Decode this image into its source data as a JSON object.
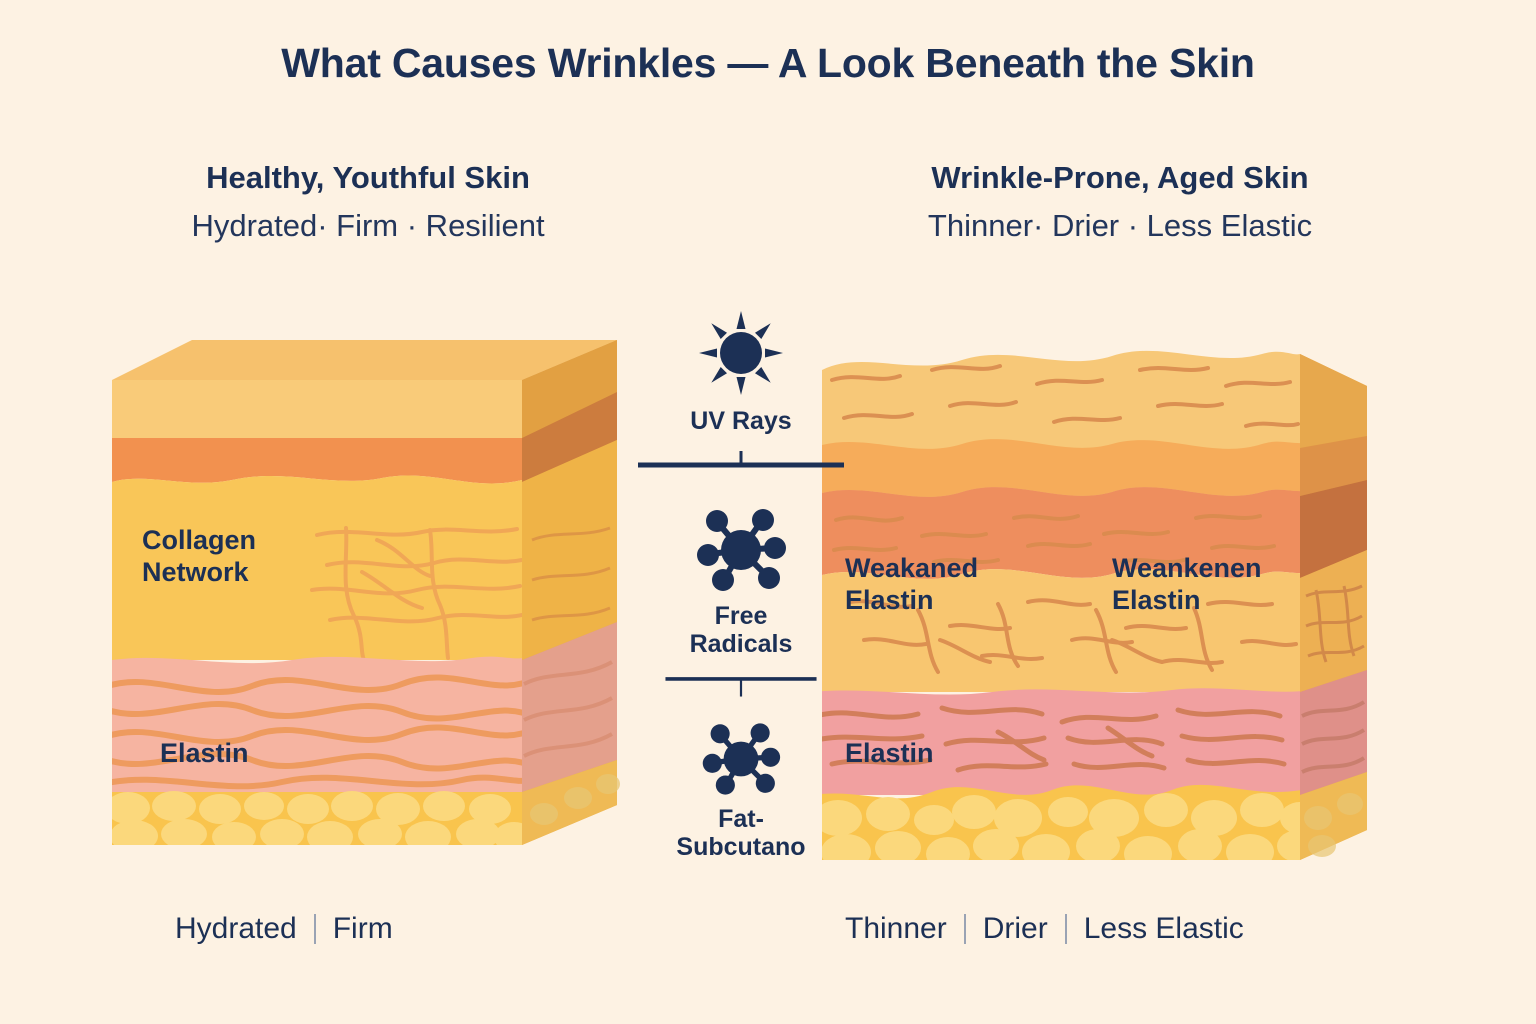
{
  "title": "What Causes Wrinkles — A Look Beneath the Skin",
  "columns": {
    "left": {
      "heading": "Healthy, Youthful Skin",
      "subheading": "Hydrated· Firm · Resilient",
      "layers": [
        {
          "key": "collagen",
          "label": "Collagen\nNetwork"
        },
        {
          "key": "elastin",
          "label": "Elastin"
        }
      ],
      "caption": [
        "Hydrated",
        "Firm"
      ]
    },
    "right": {
      "heading": "Wrinkle-Prone, Aged Skin",
      "subheading": "Thinner· Drier · Less Elastic",
      "layers": [
        {
          "key": "weak_elastin_1",
          "label": "Weakaned\nElastin"
        },
        {
          "key": "weak_elastin_2",
          "label": "Weankenen\nElastin"
        },
        {
          "key": "elastin",
          "label": "Elastin"
        }
      ],
      "caption": [
        "Thinner",
        "Drier",
        "Less Elastic"
      ]
    }
  },
  "center": {
    "items": [
      {
        "icon": "sun-icon",
        "label": "UV Rays"
      },
      {
        "icon": "molecule-icon",
        "label": "Free\nRadicals"
      },
      {
        "icon": "molecule-icon",
        "label": "Fat-\nSubcutano"
      }
    ]
  },
  "colors": {
    "background": "#FDF2E3",
    "ink": "#1C3055",
    "epidermis_top": "#F8C46A",
    "epidermis_band": "#F29A52",
    "dermis": "#F9C35F",
    "elastin_layer": "#F4AE9B",
    "elastin_layer_aged": "#F0A0A0",
    "fat": "#F9C44D",
    "fat_cell": "#FBD87C",
    "fiber": "#EE9A52",
    "side_shade": "#D98A3C"
  }
}
